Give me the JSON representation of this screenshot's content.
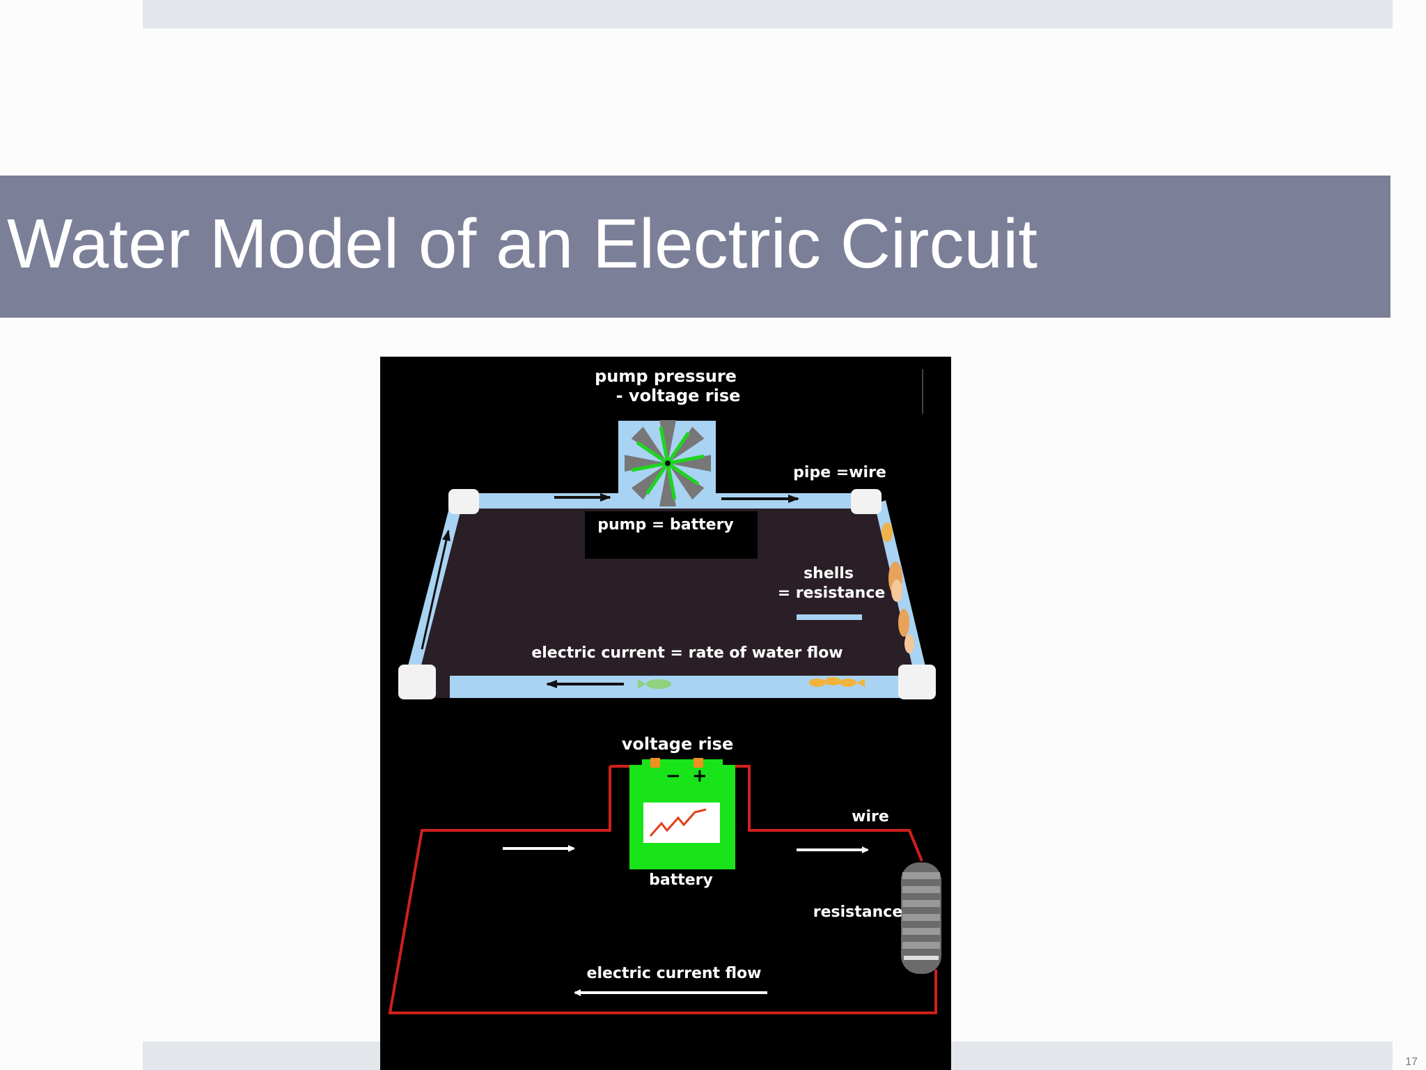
{
  "slide": {
    "title": "Water Model of an Electric Circuit",
    "page_number": "17"
  },
  "water_model": {
    "pump_label_line1": "pump pressure",
    "pump_label_line2": "- voltage rise",
    "pipe_label": "pipe =wire",
    "pump_battery_label": "pump = battery",
    "shells_label_line1": "shells",
    "shells_label_line2": "= resistance",
    "current_label": "electric current = rate of water flow"
  },
  "circuit_model": {
    "voltage_label": "voltage rise",
    "wire_label": "wire",
    "battery_label": "battery",
    "resistance_label": "resistance",
    "current_flow_label": "electric current flow"
  },
  "colors": {
    "title_bar": "#7b7f97",
    "band": "#e3e7ec",
    "pipe": "#a9d3f2",
    "pump_green": "#1fd51f",
    "circuit_wire": "#d0201c",
    "battery_green": "#19e319"
  }
}
